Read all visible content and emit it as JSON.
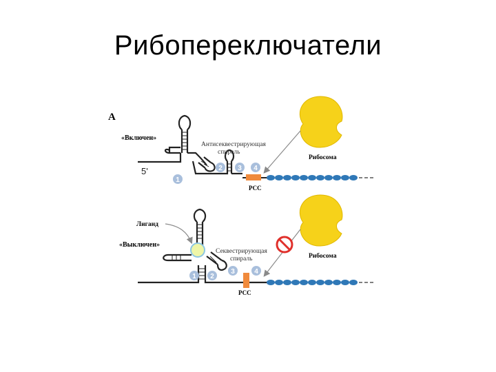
{
  "slide": {
    "title": "Рибопереключатели"
  },
  "diagram": {
    "panel_label": "A",
    "colors": {
      "ribosome": "#f6d21a",
      "ribosome_stroke": "#e0b700",
      "rbs": "#f08a3c",
      "bead": "#2f78b7",
      "badge": "#a9bfdc",
      "badge_text": "#ffffff",
      "ligand": "#eef6a8",
      "ligand_stroke": "#8cc6e3",
      "no_sign": "#e0302b",
      "arrow": "#8a8a8a"
    },
    "top": {
      "state_label": "«Включен»",
      "helix_label_line1": "Антисеквестрирующая",
      "helix_label_line2": "спираль",
      "five_prime": "5'",
      "rbs_label": "РСС",
      "ribosome_label": "Рибосома",
      "badges": [
        "1",
        "2",
        "3",
        "4"
      ]
    },
    "bottom": {
      "ligand_label": "Лиганд",
      "state_label": "«Выключен»",
      "helix_label_line1": "Секвестрирующая",
      "helix_label_line2": "спираль",
      "rbs_label": "РСС",
      "ribosome_label": "Рибосома",
      "badges": [
        "1",
        "2",
        "3",
        "4"
      ]
    }
  }
}
